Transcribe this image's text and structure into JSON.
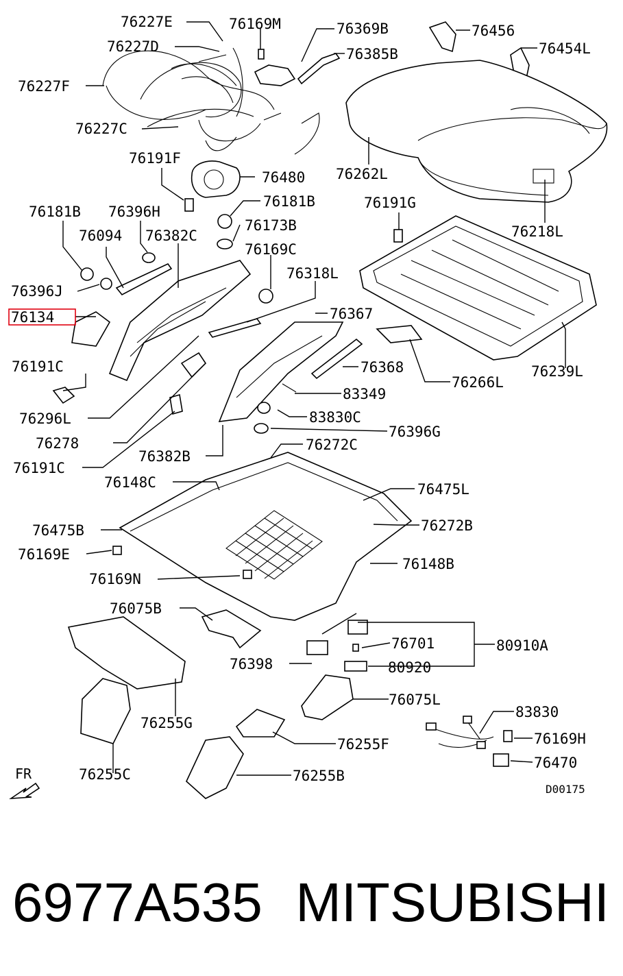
{
  "diagram": {
    "parts": [
      {
        "id": "p76227E",
        "code": "76227E"
      },
      {
        "id": "p76169M",
        "code": "76169M"
      },
      {
        "id": "p76369B",
        "code": "76369B"
      },
      {
        "id": "p76456",
        "code": "76456"
      },
      {
        "id": "p76227D",
        "code": "76227D"
      },
      {
        "id": "p76385B",
        "code": "76385B"
      },
      {
        "id": "p76454L",
        "code": "76454L"
      },
      {
        "id": "p76227F",
        "code": "76227F"
      },
      {
        "id": "p76227C",
        "code": "76227C"
      },
      {
        "id": "p76262L",
        "code": "76262L"
      },
      {
        "id": "p76191F",
        "code": "76191F"
      },
      {
        "id": "p76480",
        "code": "76480"
      },
      {
        "id": "p76181B_a",
        "code": "76181B"
      },
      {
        "id": "p76396H",
        "code": "76396H"
      },
      {
        "id": "p76181B_b",
        "code": "76181B"
      },
      {
        "id": "p76191G",
        "code": "76191G"
      },
      {
        "id": "p76094",
        "code": "76094"
      },
      {
        "id": "p76382C",
        "code": "76382C"
      },
      {
        "id": "p76173B",
        "code": "76173B"
      },
      {
        "id": "p76218L",
        "code": "76218L"
      },
      {
        "id": "p76169C",
        "code": "76169C"
      },
      {
        "id": "p76396J",
        "code": "76396J"
      },
      {
        "id": "p76318L",
        "code": "76318L"
      },
      {
        "id": "p76134",
        "code": "76134"
      },
      {
        "id": "p76367",
        "code": "76367"
      },
      {
        "id": "p76191C_a",
        "code": "76191C"
      },
      {
        "id": "p76368",
        "code": "76368"
      },
      {
        "id": "p76239L",
        "code": "76239L"
      },
      {
        "id": "p76266L",
        "code": "76266L"
      },
      {
        "id": "p83349",
        "code": "83349"
      },
      {
        "id": "p76296L",
        "code": "76296L"
      },
      {
        "id": "p83830C",
        "code": "83830C"
      },
      {
        "id": "p76278",
        "code": "76278"
      },
      {
        "id": "p76396G",
        "code": "76396G"
      },
      {
        "id": "p76382B",
        "code": "76382B"
      },
      {
        "id": "p76272C",
        "code": "76272C"
      },
      {
        "id": "p76191C_b",
        "code": "76191C"
      },
      {
        "id": "p76148C",
        "code": "76148C"
      },
      {
        "id": "p76475L",
        "code": "76475L"
      },
      {
        "id": "p76475B",
        "code": "76475B"
      },
      {
        "id": "p76272B",
        "code": "76272B"
      },
      {
        "id": "p76169E",
        "code": "76169E"
      },
      {
        "id": "p76148B",
        "code": "76148B"
      },
      {
        "id": "p76169N",
        "code": "76169N"
      },
      {
        "id": "p76075B",
        "code": "76075B"
      },
      {
        "id": "p76701",
        "code": "76701"
      },
      {
        "id": "p80910A",
        "code": "80910A"
      },
      {
        "id": "p76398",
        "code": "76398"
      },
      {
        "id": "p80920",
        "code": "80920"
      },
      {
        "id": "p76075L",
        "code": "76075L"
      },
      {
        "id": "p76255G",
        "code": "76255G"
      },
      {
        "id": "p83830",
        "code": "83830"
      },
      {
        "id": "p76169H",
        "code": "76169H"
      },
      {
        "id": "p76255F",
        "code": "76255F"
      },
      {
        "id": "p76470",
        "code": "76470"
      },
      {
        "id": "p76255C",
        "code": "76255C"
      },
      {
        "id": "p76255B",
        "code": "76255B"
      }
    ],
    "highlighted_part": "76134",
    "front_marker": "FR",
    "diagram_id": "D00175",
    "highlight_color": "#e0000f"
  },
  "caption": {
    "part_number": "6977A535",
    "brand": "MITSUBISHI"
  }
}
